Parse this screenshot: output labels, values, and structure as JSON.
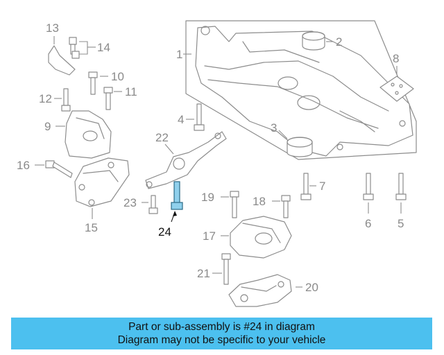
{
  "diagram": {
    "callouts": {
      "c1": "1",
      "c2": "2",
      "c3": "3",
      "c4": "4",
      "c5": "5",
      "c6": "6",
      "c7": "7",
      "c8": "8",
      "c9": "9",
      "c10": "10",
      "c11": "11",
      "c12": "12",
      "c13": "13",
      "c14": "14",
      "c15": "15",
      "c16": "16",
      "c17": "17",
      "c18": "18",
      "c19": "19",
      "c20": "20",
      "c21": "21",
      "c22": "22",
      "c23": "23",
      "c24": "24"
    },
    "highlighted_part": "24",
    "colors": {
      "line": "#8c8c8c",
      "highlight_fill": "#8fd0ec",
      "banner": "#4cc0ef"
    }
  },
  "banner": {
    "line1": "Part or sub-assembly is #24 in diagram",
    "line2": "Diagram may not be specific to your vehicle"
  }
}
